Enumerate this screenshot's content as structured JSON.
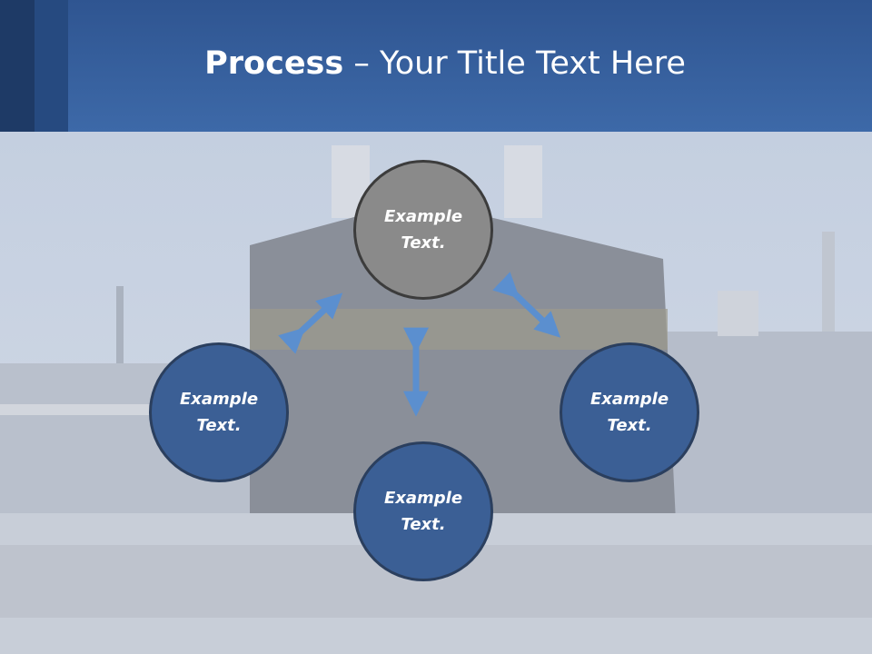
{
  "header": {
    "title_bold": "Process",
    "title_rest": " – Your Title Text Here"
  },
  "nodes": {
    "top": "Example Text.",
    "left": "Example Text.",
    "right": "Example Text.",
    "bottom": "Example Text."
  },
  "colors": {
    "header": "#3d69a8",
    "node_blue": "#3b5f95",
    "node_gray": "#8a8a8a",
    "arrow": "#5b8fcf"
  }
}
